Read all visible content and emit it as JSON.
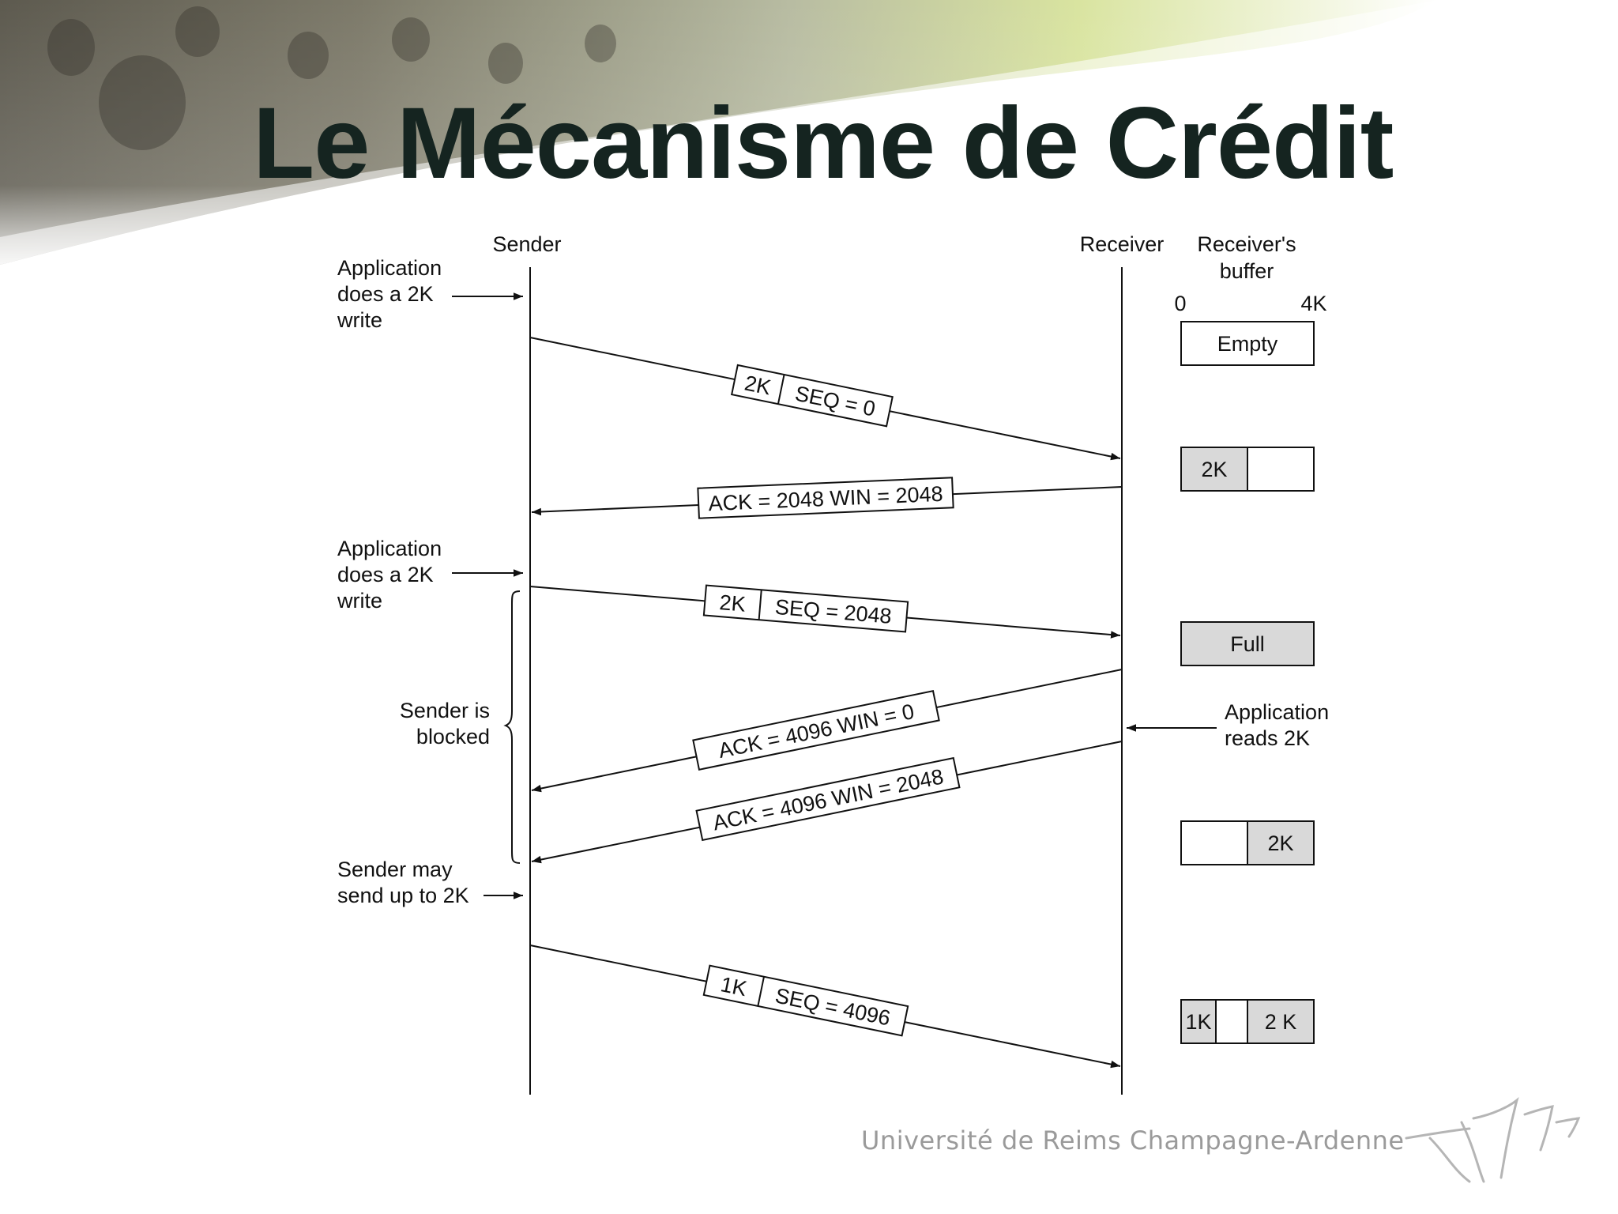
{
  "slide": {
    "title": "Le Mécanisme de Crédit",
    "footer": "Université de Reims Champagne-Ardenne"
  },
  "diagram": {
    "headers": {
      "sender": "Sender",
      "receiver": "Receiver",
      "buffer": [
        "Receiver's",
        "buffer"
      ],
      "scale_min": "0",
      "scale_max": "4K"
    },
    "app_write_1": [
      "Application",
      "does a 2K",
      "write"
    ],
    "app_write_2": [
      "Application",
      "does a 2K",
      "write"
    ],
    "blocked": [
      "Sender is",
      "blocked"
    ],
    "may_send": [
      "Sender may",
      "send up to 2K"
    ],
    "app_reads": [
      "Application",
      "reads 2K"
    ],
    "messages": {
      "m1": {
        "size": "2K",
        "text": "SEQ = 0"
      },
      "m2": {
        "text": "ACK = 2048 WIN = 2048"
      },
      "m3": {
        "size": "2K",
        "text": "SEQ = 2048"
      },
      "m4": {
        "text": "ACK = 4096 WIN = 0"
      },
      "m5": {
        "text": "ACK = 4096 WIN = 2048"
      },
      "m6": {
        "size": "1K",
        "text": "SEQ = 4096"
      }
    },
    "buffers": {
      "b1": "Empty",
      "b2": "2K",
      "b3": "Full",
      "b4": "2K",
      "b5_a": "1K",
      "b5_b": "2 K"
    },
    "colors": {
      "filled": "#d9d9d9",
      "line": "#111111",
      "title": "#152420"
    }
  }
}
